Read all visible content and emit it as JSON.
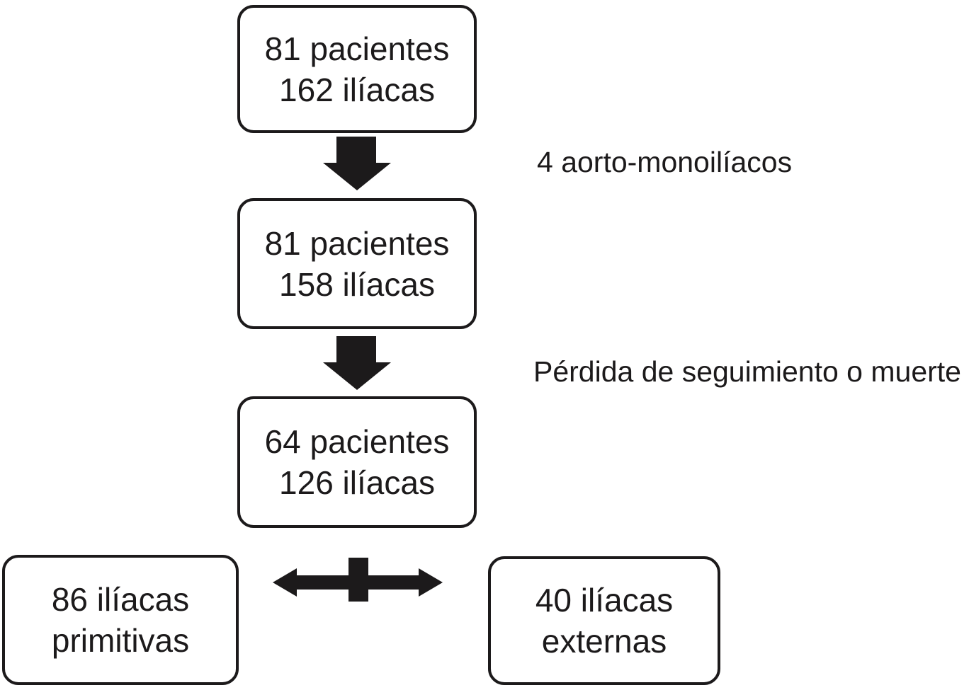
{
  "diagram": {
    "type": "flowchart",
    "language": "es",
    "colors": {
      "ink": "#1c1a1b",
      "background": "#ffffff"
    },
    "boxes": [
      {
        "id": "cohort-initial",
        "lines": [
          "81 pacientes",
          "162 ilíacas"
        ]
      },
      {
        "id": "cohort-after-amo",
        "lines": [
          "81 pacientes",
          "158 ilíacas"
        ]
      },
      {
        "id": "cohort-followed",
        "lines": [
          "64 pacientes",
          "126 ilíacas"
        ]
      },
      {
        "id": "split-left",
        "lines": [
          "86 ilíacas",
          "primitivas"
        ]
      },
      {
        "id": "split-right",
        "lines": [
          "40 ilíacas",
          "externas"
        ]
      }
    ],
    "annotations": [
      {
        "id": "exclusion-1",
        "text": "4 aorto-monoilíacos"
      },
      {
        "id": "exclusion-2",
        "text": "Pérdida de seguimiento o muerte"
      }
    ],
    "connectors": [
      {
        "icon": "down-arrow-icon",
        "from": "cohort-initial",
        "to": "cohort-after-amo"
      },
      {
        "icon": "down-arrow-icon",
        "from": "cohort-after-amo",
        "to": "cohort-followed"
      },
      {
        "icon": "left-right-split-arrow-icon",
        "from": "cohort-followed",
        "to": "split-left | split-right"
      }
    ]
  }
}
